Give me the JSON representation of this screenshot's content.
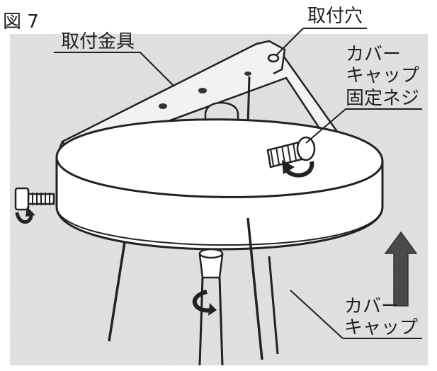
{
  "figure": {
    "number": "図 7",
    "labels": {
      "mounting_hole": "取付穴",
      "mounting_bracket": "取付金具",
      "cover_cap_screw": [
        "カバー",
        "キャップ",
        "固定ネジ"
      ],
      "cover_cap": [
        "カバー",
        "キャップ"
      ]
    }
  }
}
